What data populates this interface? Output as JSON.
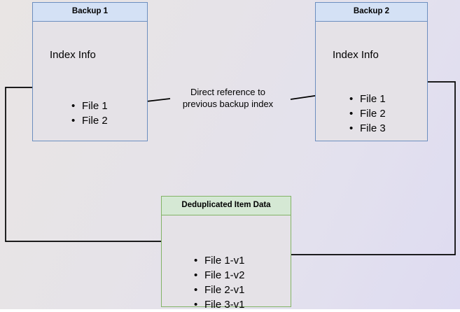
{
  "diagram": {
    "title_hidden": "",
    "colors": {
      "blue_border": "#6c8ebf",
      "blue_header_fill": "#d4e1f5",
      "green_border": "#82b366",
      "green_header_fill": "#d5e8d4",
      "box_body_fill": "#e5e2e7",
      "edge_stroke": "#000000",
      "background_start": "#e9e5e4",
      "background_end": "#dedbf1"
    },
    "nodes": {
      "backup1": {
        "header": "Backup 1",
        "section_title": "Index Info",
        "items": [
          "File 1",
          "File 2"
        ]
      },
      "backup2": {
        "header": "Backup 2",
        "section_title": "Index Info",
        "items": [
          "File 1",
          "File 2",
          "File 3"
        ]
      },
      "dedup": {
        "header": "Deduplicated Item Data",
        "items": [
          "File 1-v1",
          "File 1-v2",
          "File 2-v1",
          "File 3-v1"
        ]
      }
    },
    "edges": {
      "direct_reference_label_line1": "Direct reference to",
      "direct_reference_label_line2": "previous backup index"
    }
  }
}
